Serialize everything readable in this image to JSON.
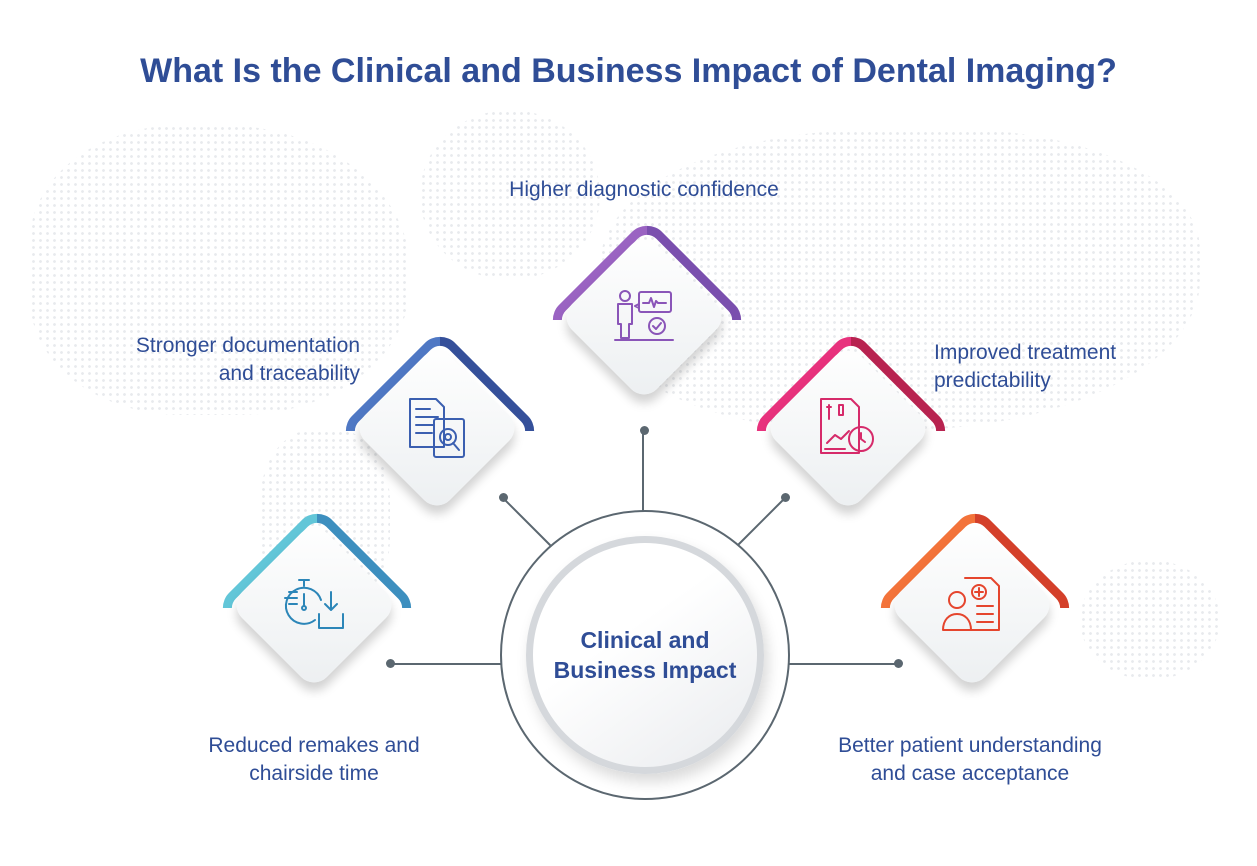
{
  "title": "What Is the Clinical and Business Impact of Dental Imaging?",
  "center": {
    "line1": "Clinical and",
    "line2": "Business Impact"
  },
  "items": [
    {
      "line1": "Higher diagnostic confidence",
      "line2": "",
      "icon": "patient-monitor-check-icon",
      "color_start": "#9a63c2",
      "color_end": "#5a3890"
    },
    {
      "line1": "Stronger documentation",
      "line2": "and traceability",
      "icon": "document-search-icon",
      "color_start": "#4f78c4",
      "color_end": "#283b82"
    },
    {
      "line1": "Improved treatment",
      "line2": "predictability",
      "icon": "report-clock-icon",
      "color_start": "#e8327d",
      "color_end": "#86172a"
    },
    {
      "line1": "Reduced remakes and",
      "line2": "chairside time",
      "icon": "stopwatch-download-icon",
      "color_start": "#62c6d8",
      "color_end": "#2a6fa3"
    },
    {
      "line1": "Better patient understanding",
      "line2": "and case acceptance",
      "icon": "patient-xray-report-icon",
      "color_start": "#f3733a",
      "color_end": "#ad1d1f"
    }
  ]
}
